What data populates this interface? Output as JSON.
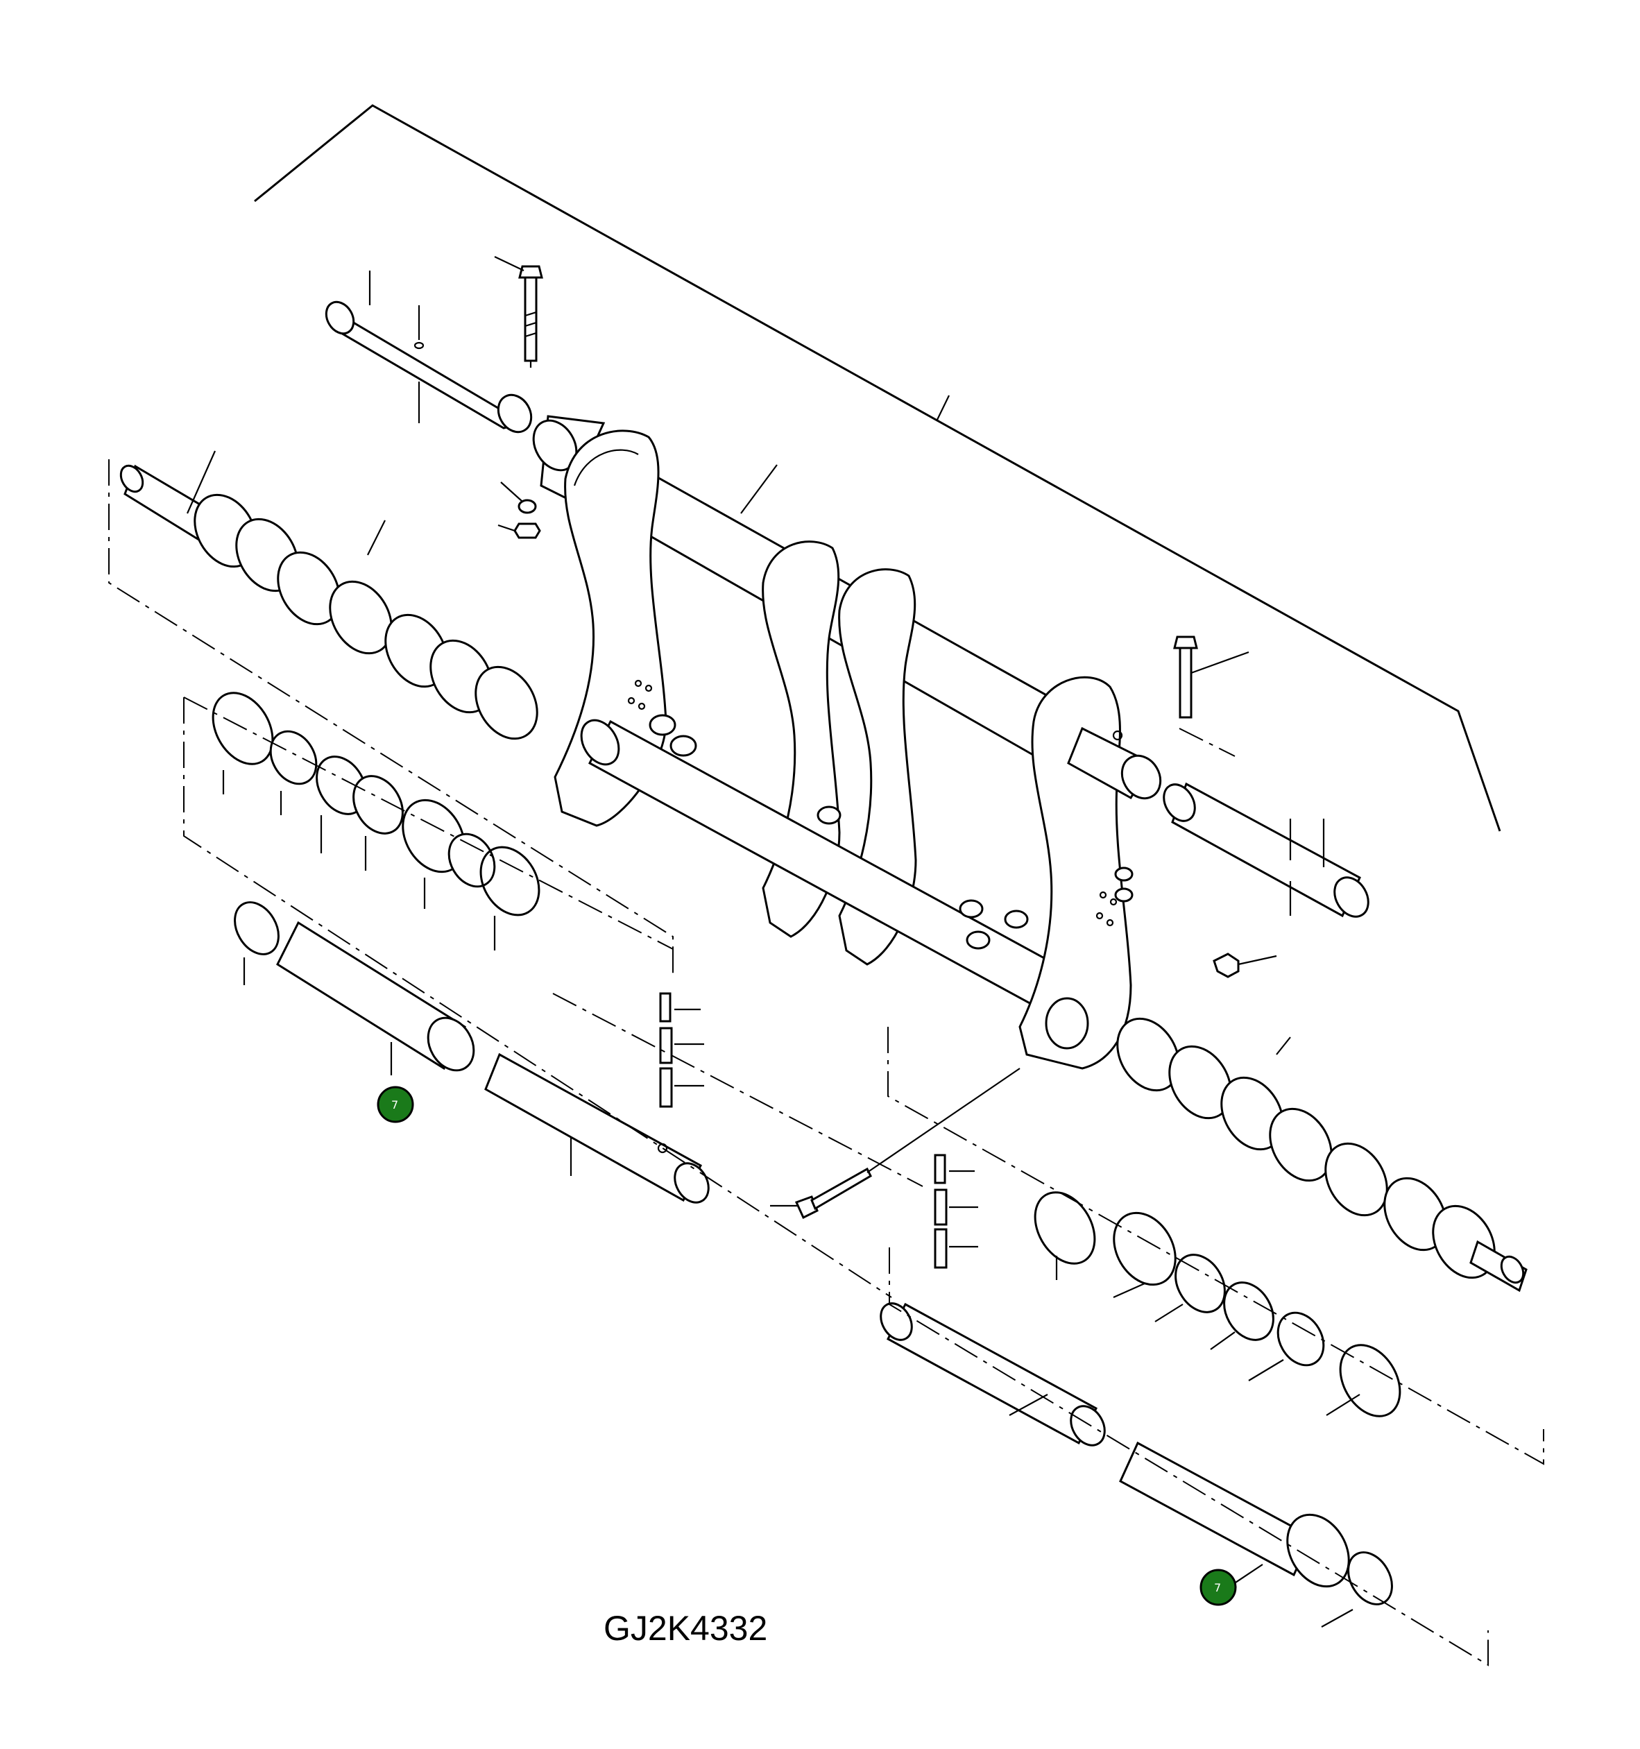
{
  "drawing": {
    "code": "GJ2K4332"
  },
  "callouts": [
    {
      "label": "7"
    },
    {
      "label": "7"
    }
  ]
}
